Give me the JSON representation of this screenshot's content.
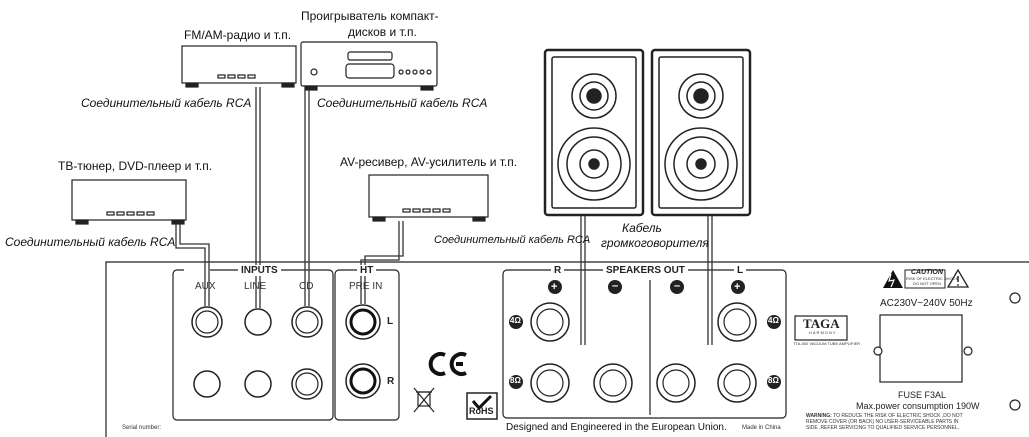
{
  "devices": {
    "tuner": "FM/AM-радио и т.п.",
    "cd_player_line1": "Проигрыватель компакт-",
    "cd_player_line2": "дисков и т.п.",
    "tv_dvd": "ТВ-тюнер, DVD-плеер и т.п.",
    "av_receiver": "AV-ресивер, AV-усилитель и т.п."
  },
  "cables": {
    "rca_tuner": "Соединительный кабель RCA",
    "rca_cd": "Соединительный кабель RCA",
    "rca_tv": "Соединительный кабель RCA",
    "rca_av": "Соединительный кабель RCA",
    "speaker_line1": "Кабель",
    "speaker_line2": "громкоговорителя"
  },
  "panel": {
    "inputs_title": "INPUTS",
    "aux": "AUX",
    "line": "LINE",
    "cd": "CD",
    "ht_title": "HT",
    "pre_in": "PRE IN",
    "ch_l": "L",
    "ch_r": "R",
    "speakers_out": "SPEAKERS OUT",
    "spk_r": "R",
    "spk_l": "L",
    "plus": "+",
    "minus": "–",
    "ohm4": "4Ω",
    "ohm8": "8Ω",
    "ce_mark": "CE",
    "rohs": "RoHS",
    "serial_number": "Serial number:",
    "designed": "Designed and Engineered in the European Union.",
    "made_in": "Made in China",
    "caution": "CAUTION",
    "caution_sub1": "RISK OF ELECTRIC SHOCK",
    "caution_sub2": "DO NOT OPEN",
    "voltage": "AC230V~240V 50Hz",
    "brand": "TAGA",
    "brand_sub": "HARMONY",
    "model": "TTA-500 VACUUM TUBE AMPLIFIER",
    "fuse": "FUSE F3AL",
    "power": "Max.power consumption 190W",
    "warning_bold": "WARNING:",
    "warning_line1": "TO REDUCE THE RISK OF ELECTRIC SHOCK ,DO NOT",
    "warning_line2": "REMOVE COVER (OR BACK) NO USER-SERVICEABLE PARTS IN",
    "warning_line3": "SIDE .REFER SERVICING TO QUALIFIED SERVICE PERSONNEL."
  },
  "colors": {
    "line": "#222222",
    "panel_fill": "#ffffff",
    "dark": "#111111"
  }
}
